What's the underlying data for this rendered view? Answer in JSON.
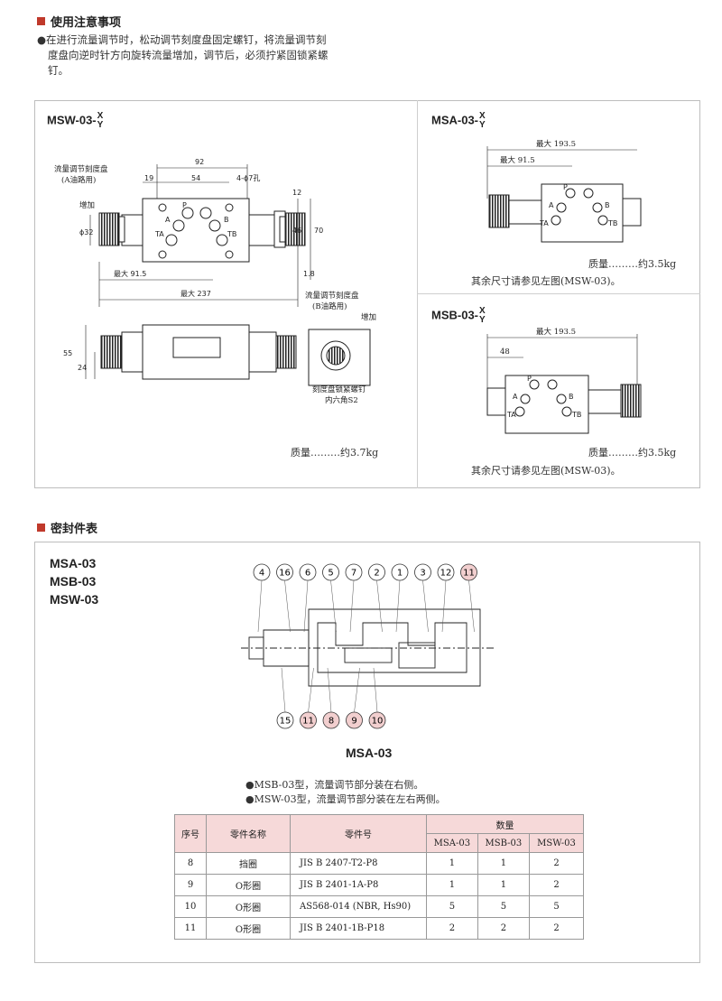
{
  "section1": {
    "title": "使用注意事项",
    "note_line1": "●在进行流量调节时，松动调节刻度盘固定螺钉，将流量调节刻",
    "note_line2": "度盘向逆时针方向旋转流量增加，调节后，必须拧紧固锁紧螺",
    "note_line3": "钉。"
  },
  "msw": {
    "model_prefix": "MSW-03-",
    "model_x": "X",
    "model_y": "Y",
    "labels": {
      "dial": "流量调节刻度盘",
      "dial_sub": "(A油路用)",
      "increase": "增加",
      "d92": "92",
      "d19": "19",
      "d54": "54",
      "holes": "4-ϕ7孔",
      "d12": "12",
      "d46": "46",
      "d70": "70",
      "d32": "ϕ32",
      "d18": "1.8",
      "max915": "最大 91.5",
      "max237": "最大 237",
      "d55": "55",
      "d24": "24",
      "dial_b": "流量调节刻度盘",
      "dial_b_sub": "(B油路用)",
      "increase_b": "增加",
      "lock": "刻度盘锁紧螺钉",
      "hex": "内六角S2"
    },
    "port_p": "P",
    "port_a": "A",
    "port_b": "B",
    "port_ta": "TA",
    "port_tb": "TB",
    "mass": "质量………约3.7kg"
  },
  "msa": {
    "model_prefix": "MSA-03-",
    "model_x": "X",
    "model_y": "Y",
    "max1935": "最大 193.5",
    "max915": "最大 91.5",
    "mass": "质量………约3.5kg",
    "ref": "其余尺寸请参见左图(MSW-03)。"
  },
  "msb": {
    "model_prefix": "MSB-03-",
    "model_x": "X",
    "model_y": "Y",
    "max1935": "最大 193.5",
    "d48": "48",
    "mass": "质量………约3.5kg",
    "ref": "其余尺寸请参见左图(MSW-03)。"
  },
  "section2": {
    "title": "密封件表",
    "models": [
      "MSA-03",
      "MSB-03",
      "MSW-03"
    ],
    "top_callouts": [
      "4",
      "16",
      "6",
      "5",
      "7",
      "2",
      "1",
      "3",
      "12",
      "11"
    ],
    "bottom_callouts": [
      "15",
      "11",
      "8",
      "9",
      "10"
    ],
    "diagram_caption": "MSA-03",
    "note1": "●MSB-03型，流量调节部分装在右侧。",
    "note2": "●MSW-03型，流量调节部分装在左右两侧。",
    "colors": {
      "accent": "#c0392b",
      "table_header": "#f6d9d9",
      "callout_highlight": "#f2cfcf"
    }
  },
  "table": {
    "h_no": "序号",
    "h_name": "零件名称",
    "h_part": "零件号",
    "h_qty": "数量",
    "h_msa": "MSA-03",
    "h_msb": "MSB-03",
    "h_msw": "MSW-03",
    "rows": [
      {
        "no": "8",
        "name": "挡圈",
        "part": "JIS B 2407-T2-P8",
        "msa": "1",
        "msb": "1",
        "msw": "2"
      },
      {
        "no": "9",
        "name": "O形圈",
        "part": "JIS B 2401-1A-P8",
        "msa": "1",
        "msb": "1",
        "msw": "2"
      },
      {
        "no": "10",
        "name": "O形圈",
        "part": "AS568-014 (NBR, Hs90)",
        "msa": "5",
        "msb": "5",
        "msw": "5"
      },
      {
        "no": "11",
        "name": "O形圈",
        "part": "JIS B 2401-1B-P18",
        "msa": "2",
        "msb": "2",
        "msw": "2"
      }
    ]
  }
}
